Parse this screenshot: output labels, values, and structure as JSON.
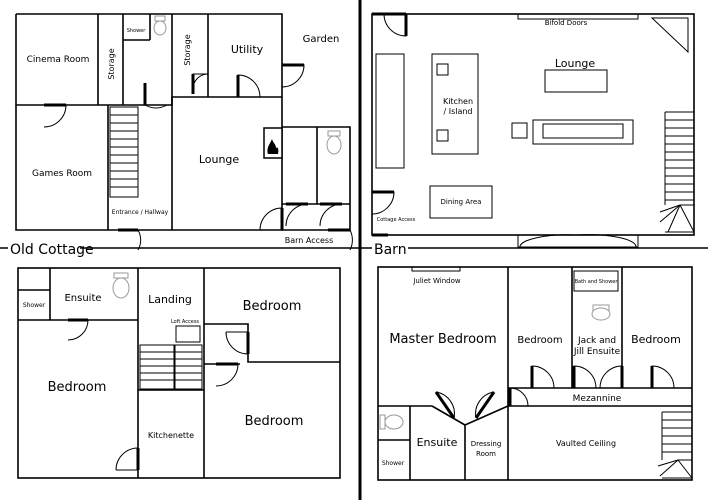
{
  "sections": {
    "old_cottage": "Old Cottage",
    "barn": "Barn"
  },
  "rooms": {
    "cinema_room": "Cinema Room",
    "storage_1": "Storage",
    "shower_1": "Shower",
    "storage_2": "Storage",
    "utility": "Utility",
    "garden": "Garden",
    "games_room": "Games Room",
    "lounge_cottage": "Lounge",
    "entrance_hallway": "Entrance / Hallway",
    "barn_access": "Barn Access",
    "bifold_doors": "Bifold Doors",
    "lounge_barn": "Lounge",
    "kitchen_line1": "Kitchen",
    "kitchen_line2": "/ Island",
    "dining_area": "Dining Area",
    "cottage_access": "Cottage Access",
    "shower_2": "Shower",
    "ensuite_1": "Ensuite",
    "landing": "Landing",
    "loft_access": "Loft Access",
    "bedroom_1": "Bedroom",
    "bedroom_2": "Bedroom",
    "bedroom_3": "Bedroom",
    "kitchenette": "Kitchenette",
    "juliet_window": "Juliet Window",
    "master_bedroom": "Master Bedroom",
    "bedroom_4": "Bedroom",
    "bath_and_shower": "Bath and Shower",
    "jack_jill_line1": "Jack and",
    "jack_jill_line2": "Jill Ensuite",
    "bedroom_5": "Bedroom",
    "mezzanine": "Mezannine",
    "ensuite_2": "Ensuite",
    "dressing_line1": "Dressing",
    "dressing_line2": "Room",
    "vaulted_ceiling": "Vaulted Ceiling",
    "shower_3": "Shower"
  }
}
